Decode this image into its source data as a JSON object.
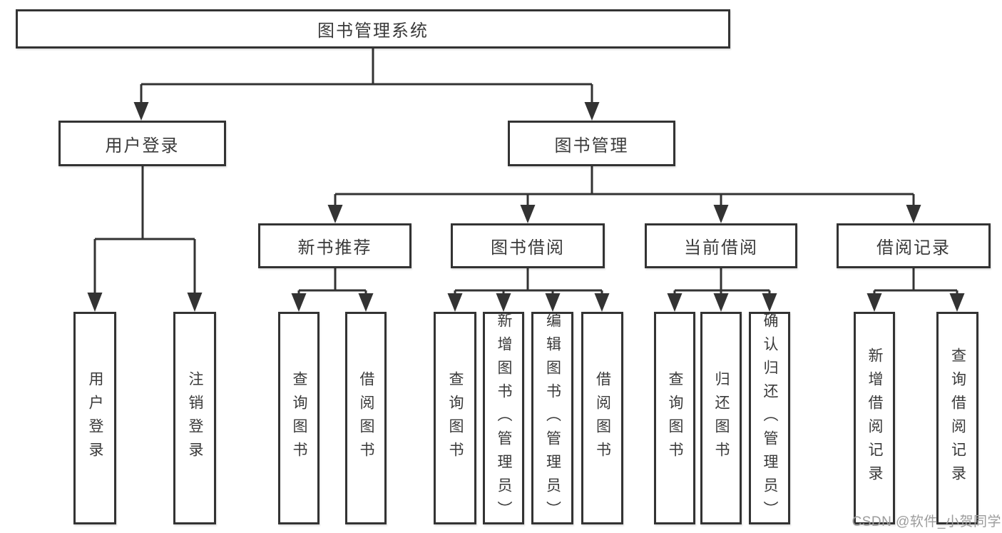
{
  "diagram": {
    "root": {
      "label": "图书管理系统"
    },
    "user_login": {
      "label": "用户登录",
      "children": [
        {
          "label": "用户登录"
        },
        {
          "label": "注销登录"
        }
      ]
    },
    "book_management": {
      "label": "图书管理",
      "sections": [
        {
          "label": "新书推荐",
          "children": [
            {
              "label": "查询图书"
            },
            {
              "label": "借阅图书"
            }
          ]
        },
        {
          "label": "图书借阅",
          "children": [
            {
              "label": "查询图书"
            },
            {
              "label": "新增图书（管理员）"
            },
            {
              "label": "编辑图书（管理员）"
            },
            {
              "label": "借阅图书"
            }
          ]
        },
        {
          "label": "当前借阅",
          "children": [
            {
              "label": "查询图书"
            },
            {
              "label": "归还图书"
            },
            {
              "label": "确认归还（管理员）"
            }
          ]
        },
        {
          "label": "借阅记录",
          "children": [
            {
              "label": "新增借阅记录"
            },
            {
              "label": "查询借阅记录"
            }
          ]
        }
      ]
    }
  },
  "watermark": {
    "text": "CSDN @软件_小贺同学"
  },
  "colors": {
    "line": "#333333",
    "text": "#3a3a3a",
    "watermark": "#9c9c9c",
    "background": "#ffffff"
  }
}
